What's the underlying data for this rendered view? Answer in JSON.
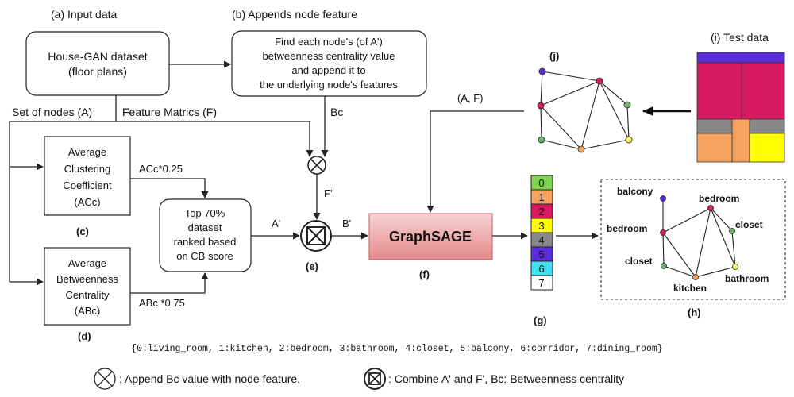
{
  "panels": {
    "a": "(a) Input data",
    "b": "(b) Appends node feature",
    "c": "(c)",
    "d": "(d)",
    "e": "(e)",
    "f": "(f)",
    "g": "(g)",
    "h": "(h)",
    "i": "(i) Test data",
    "j": "(j)"
  },
  "boxes": {
    "dataset": [
      "House-GAN dataset",
      "(floor plans)"
    ],
    "append": [
      "Find each node's (of A')",
      "betweenness centrality value",
      "and append it to",
      "the underlying node's features"
    ],
    "acc": [
      "Average",
      "Clustering",
      "Coefficient",
      "(ACc)"
    ],
    "abc": [
      "Average",
      "Betweenness",
      "Centrality",
      "(ABc)"
    ],
    "top": [
      "Top 70%",
      "dataset",
      "ranked based",
      "on CB score"
    ],
    "graphsage": "GraphSAGE"
  },
  "edge_labels": {
    "nodes": "Set of nodes (A)",
    "features": "Feature Matrics (F)",
    "bc": "Bc",
    "acc_w": "ACc*0.25",
    "abc_w": "ABc *0.75",
    "a_prime": "A'",
    "f_prime": "F'",
    "b_prime": "B'",
    "af": "(A, F)"
  },
  "label_bar": [
    "0",
    "1",
    "2",
    "3",
    "4",
    "5",
    "6",
    "7"
  ],
  "label_colors": [
    "#7fd34e",
    "#f4a460",
    "#d81b60",
    "#ffff00",
    "#888888",
    "#5b2dd8",
    "#40e0f0",
    "#ffffff"
  ],
  "graph_labels": {
    "balcony": "balcony",
    "bedroom1": "bedroom",
    "bedroom2": "bedroom",
    "closet1": "closet",
    "closet2": "closet",
    "kitchen": "kitchen",
    "bathroom": "bathroom"
  },
  "legend": {
    "room_map": "{0:living_room, 1:kitchen, 2:bedroom, 3:bathroom, 4:closet, 5:balcony, 6:corridor, 7:dining_room}",
    "append_op": ": Append Bc value with node feature,",
    "combine_op": ": Combine A' and F',  Bc: Betweenness centrality"
  }
}
